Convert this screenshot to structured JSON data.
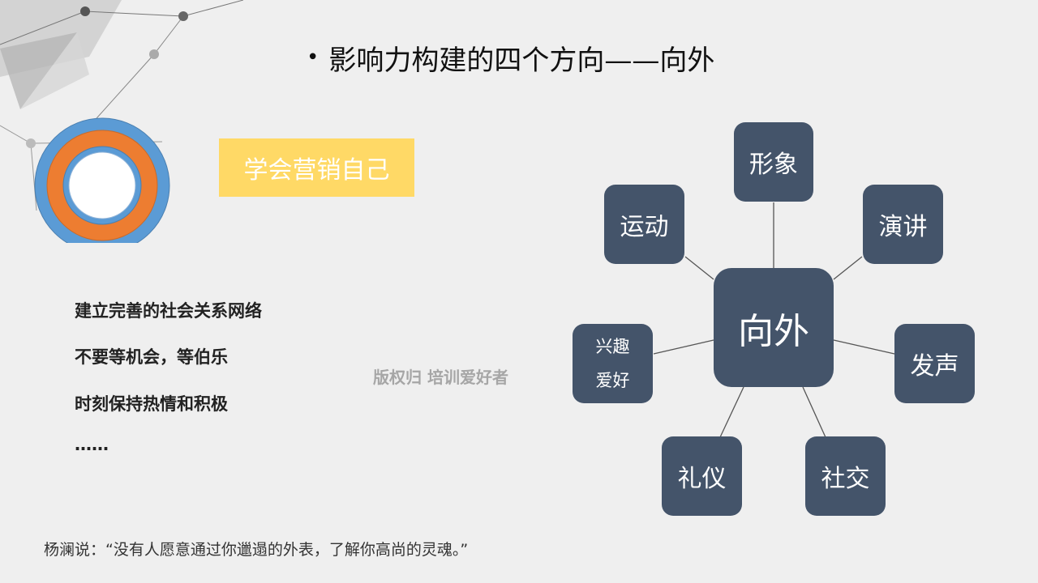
{
  "slide": {
    "title_bullet": "•",
    "title": "影响力构建的四个方向——向外",
    "highlight_box": "学会营销自己",
    "bullets": [
      "建立完善的社会关系网络",
      "不要等机会，等伯乐",
      "时刻保持热情和积极",
      "……"
    ],
    "watermark": "版权归 培训爱好者",
    "quote": "杨澜说：“没有人愿意通过你邋遢的外表，了解你高尚的灵魂。”"
  },
  "diagram": {
    "center": "向外",
    "nodes": {
      "top": "形象",
      "left_top": "运动",
      "right_top": "演讲",
      "left_mid_line1": "兴趣",
      "left_mid_line2": "爱好",
      "right_mid": "发声",
      "bottom_left": "礼仪",
      "bottom_right": "社交"
    }
  },
  "colors": {
    "node_fill": "#44546a",
    "highlight_fill": "#ffd966",
    "ring_outer": "#5b9bd5",
    "ring_middle": "#ed7d31"
  }
}
